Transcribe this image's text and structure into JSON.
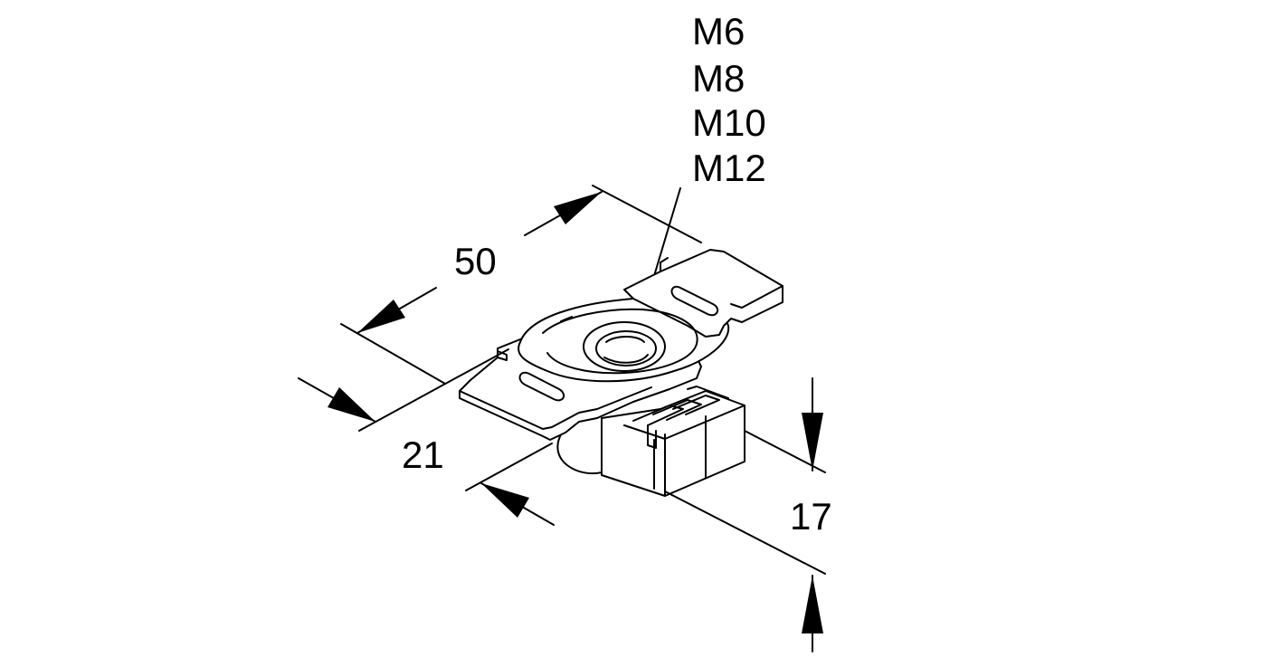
{
  "diagram": {
    "thread_sizes": [
      "M6",
      "M8",
      "M10",
      "M12"
    ],
    "dimensions": {
      "length": "50",
      "width": "21",
      "height": "17"
    }
  }
}
